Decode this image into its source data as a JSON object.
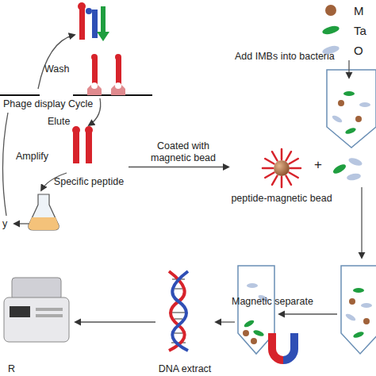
{
  "diagram": {
    "nodes": [
      {
        "text": [
          "Specific peptide"
        ]
      },
      {
        "text": [
          "peptide-magnetic bead"
        ]
      },
      {
        "text": [
          "DNA extract"
        ]
      },
      {
        "text": [
          "R"
        ]
      }
    ],
    "edges": [
      {
        "from": 0,
        "to": 1,
        "arrow": "to",
        "label": "Coated with magnetic bead"
      },
      {
        "from": 2,
        "to": 3,
        "arrow": "to"
      }
    ],
    "labels": [
      "Wash",
      "Phage display Cycle",
      "Elute",
      "Amplify",
      "y",
      "+",
      "Add IMBs into bacteria",
      "Magnetic separate"
    ],
    "legend": [
      {
        "text": "M",
        "color": "#a0623a"
      },
      {
        "text": "Ta",
        "color": "#1f9e3f"
      },
      {
        "text": "O",
        "color": "#b7c6e0"
      }
    ]
  }
}
